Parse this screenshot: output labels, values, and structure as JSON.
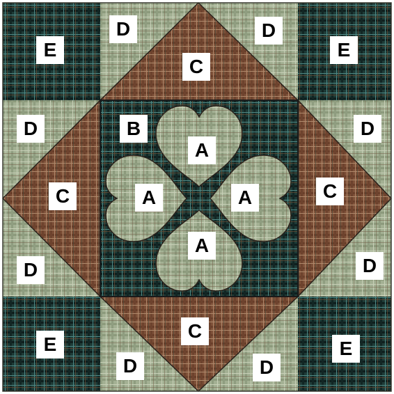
{
  "colors": {
    "tartan_dark": "#1d3a36",
    "tartan_light": "#9aa88a",
    "plaid_brown": "#7a4e36",
    "outline": "#2a221c",
    "label_bg": "#ffffff",
    "label_text": "#000000"
  },
  "pieces": {
    "A": "A",
    "B": "B",
    "C": "C",
    "D": "D",
    "E": "E"
  }
}
